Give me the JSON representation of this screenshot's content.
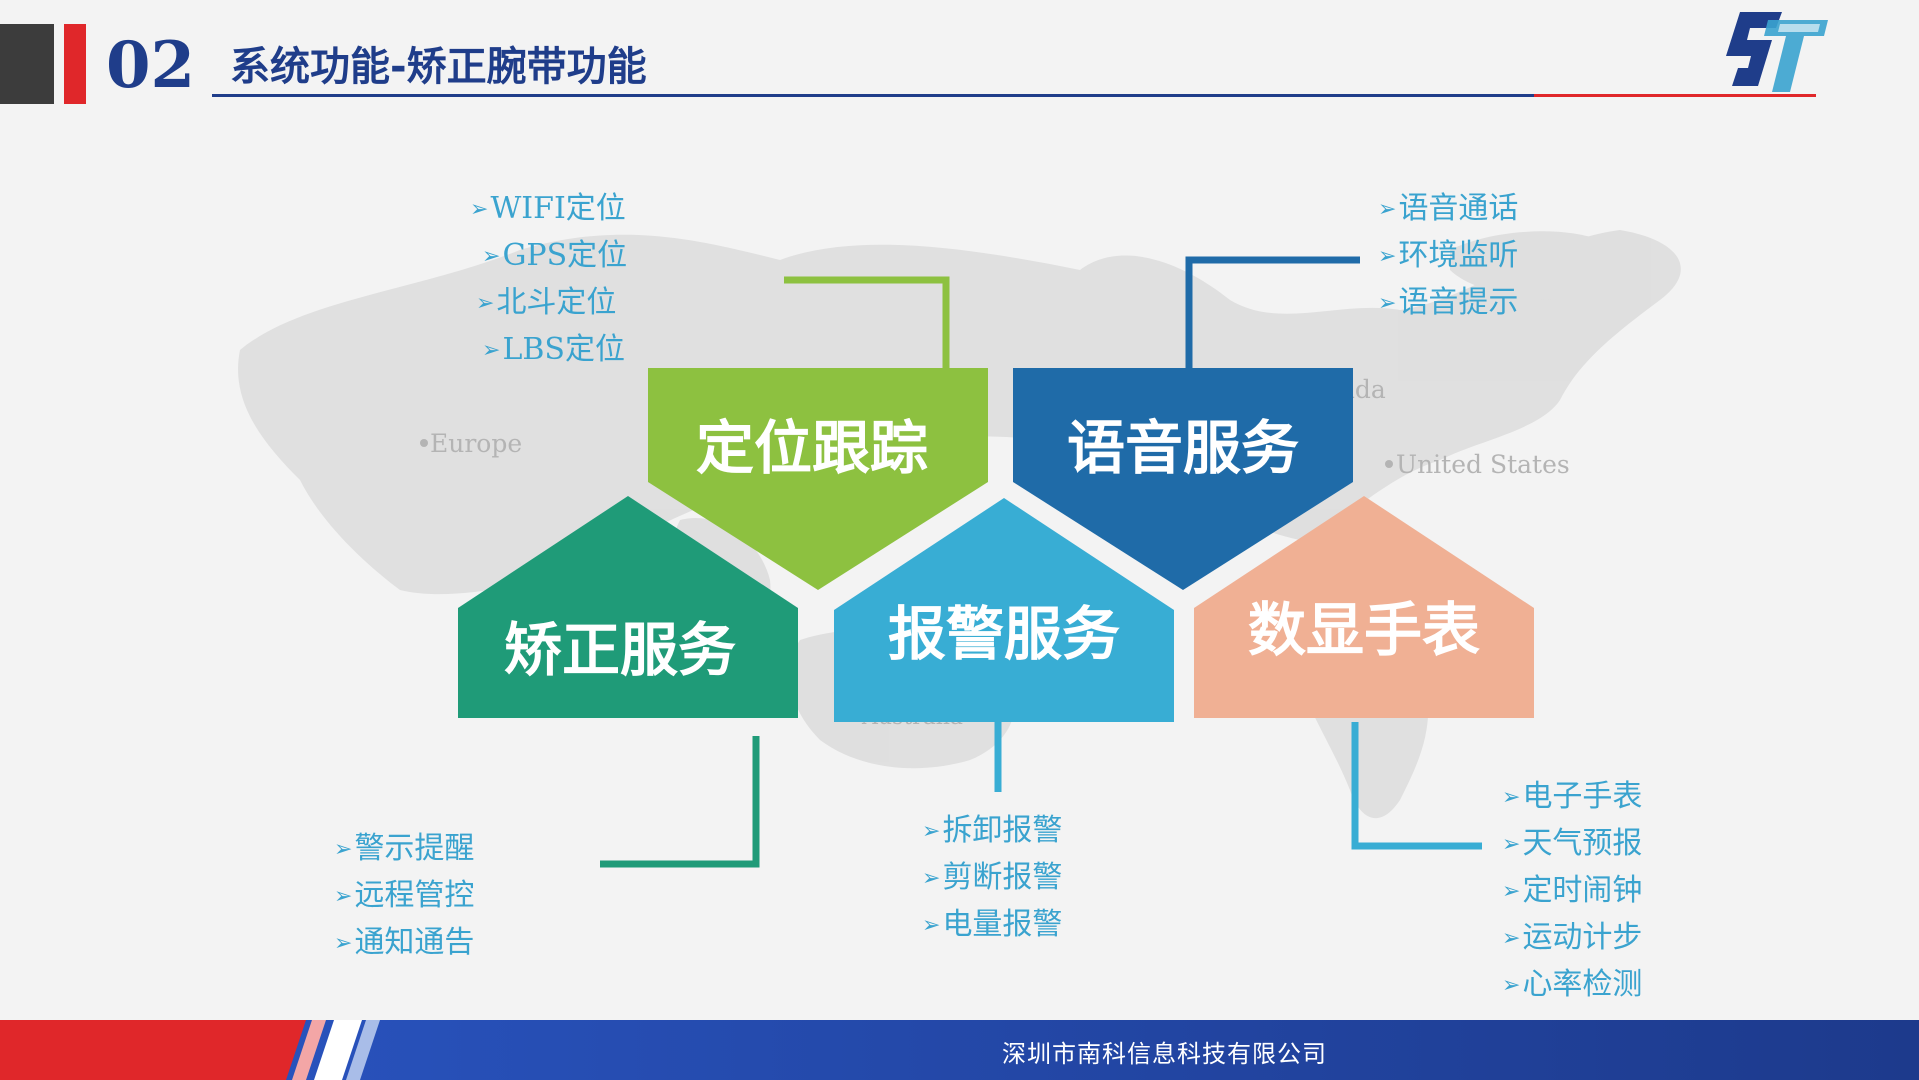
{
  "header": {
    "section_number": "02",
    "title": "系统功能-矫正腕带功能"
  },
  "map_labels": {
    "europe": "Europe",
    "canada": "ada",
    "united_states": "United  States",
    "australia": "Australia"
  },
  "modules": {
    "positioning": {
      "label": "定位跟踪",
      "color": "#8dc140",
      "items": [
        "WIFI定位",
        "GPS定位",
        "北斗定位",
        "LBS定位"
      ]
    },
    "voice": {
      "label": "语音服务",
      "color": "#1f6ba8",
      "items": [
        "语音通话",
        "环境监听",
        "语音提示"
      ]
    },
    "correction": {
      "label": "矫正服务",
      "color": "#1f9b78",
      "items": [
        "警示提醒",
        "远程管控",
        "通知通告"
      ]
    },
    "alarm": {
      "label": "报警服务",
      "color": "#38add4",
      "items": [
        "拆卸报警",
        "剪断报警",
        "电量报警"
      ]
    },
    "watch": {
      "label": "数显手表",
      "color": "#f0b094",
      "items": [
        "电子手表",
        "天气预报",
        "定时闹钟",
        "运动计步",
        "心率检测"
      ]
    }
  },
  "bullet_glyph": "➢",
  "footer": {
    "company": "深圳市南科信息科技有限公司"
  },
  "colors": {
    "navy": "#1f3d8a",
    "red": "#e0272a",
    "dark_gray": "#3c3c3c",
    "text_blue": "#3aa3cf"
  }
}
